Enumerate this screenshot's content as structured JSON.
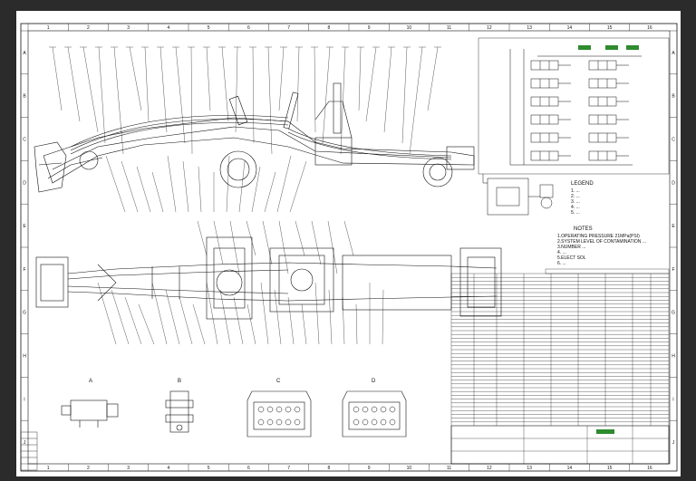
{
  "viewer": {
    "background": "#2b2b2b",
    "paper": "#ffffff",
    "ink": "#111111",
    "accent": "#2e8b2e"
  },
  "border": {
    "columns": [
      "1",
      "2",
      "3",
      "4",
      "5",
      "6",
      "7",
      "8",
      "9",
      "10",
      "11",
      "12",
      "13",
      "14",
      "15",
      "16"
    ],
    "rows": [
      "A",
      "B",
      "C",
      "D",
      "E",
      "F",
      "G",
      "H",
      "I",
      "J"
    ]
  },
  "legend": {
    "title": "LEGEND",
    "items": [
      "1. ...",
      "2. ...",
      "3. ...",
      "4. ...",
      "5. ..."
    ]
  },
  "notes": {
    "title": "NOTES",
    "items": [
      "1.OPERATING PRESSURE 21MPa(PSI)",
      "2.SYSTEM LEVEL OF CONTAMINATION ...",
      "3.NUMBER ...",
      "4. ...",
      "5.ELECT SOL",
      "6. ..."
    ]
  },
  "views": {
    "detail_a": "A",
    "detail_b": "B",
    "detail_c": "C",
    "detail_d": "D"
  },
  "title_block": {
    "accent_text": "XXX XXXXX"
  }
}
